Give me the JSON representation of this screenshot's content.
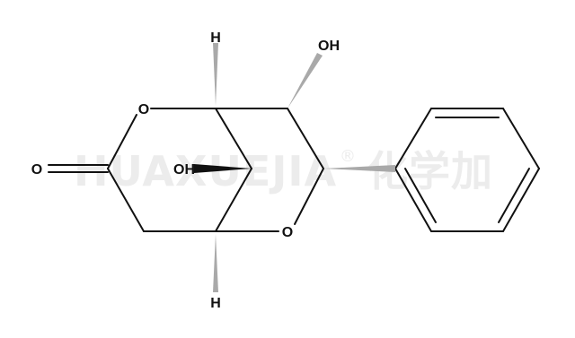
{
  "watermark": {
    "text": "HUAXUEJIA",
    "registered": "®",
    "cn": "化学加",
    "color": "#ececec"
  },
  "atoms": {
    "h_top": "H",
    "oh_top": "OH",
    "o_ring_left": "O",
    "o_carbonyl": "O",
    "oh_left": "OH",
    "o_ring_bottom": "O",
    "h_bottom": "H"
  },
  "colors": {
    "bond": "#111111",
    "wedge_hashed": "#a9a9a9",
    "wedge_bold": "#111111"
  }
}
